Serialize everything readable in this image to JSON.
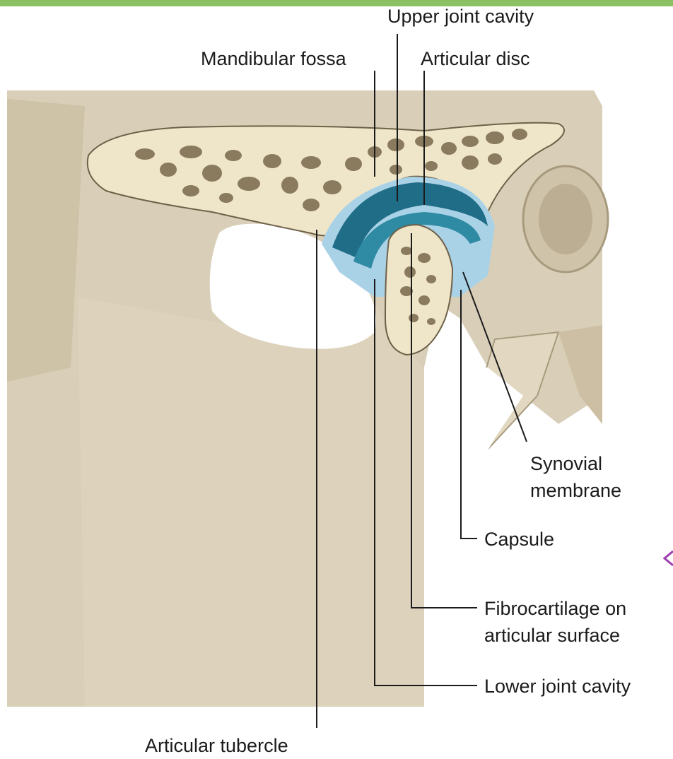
{
  "labels": {
    "upper_joint_cavity": "Upper joint cavity",
    "mandibular_fossa": "Mandibular fossa",
    "articular_disc": "Articular disc",
    "synovial_membrane_line1": "Synovial",
    "synovial_membrane_line2": "membrane",
    "capsule": "Capsule",
    "fibrocartilage_line1": "Fibrocartilage on",
    "fibrocartilage_line2": "articular surface",
    "lower_joint_cavity": "Lower joint cavity",
    "articular_tubercle": "Articular tubercle"
  },
  "colors": {
    "top_band": "#8bc063",
    "bone": "#d9cfb9",
    "bone_shadow": "#b8ab90",
    "cut_surface": "#efe6c9",
    "spongy_bone": "#8a7a5e",
    "disc": "#1f6d86",
    "cavity": "#a9d2e6",
    "leader_line": "#1b1b1b",
    "arrow": "#9d3fb0"
  }
}
